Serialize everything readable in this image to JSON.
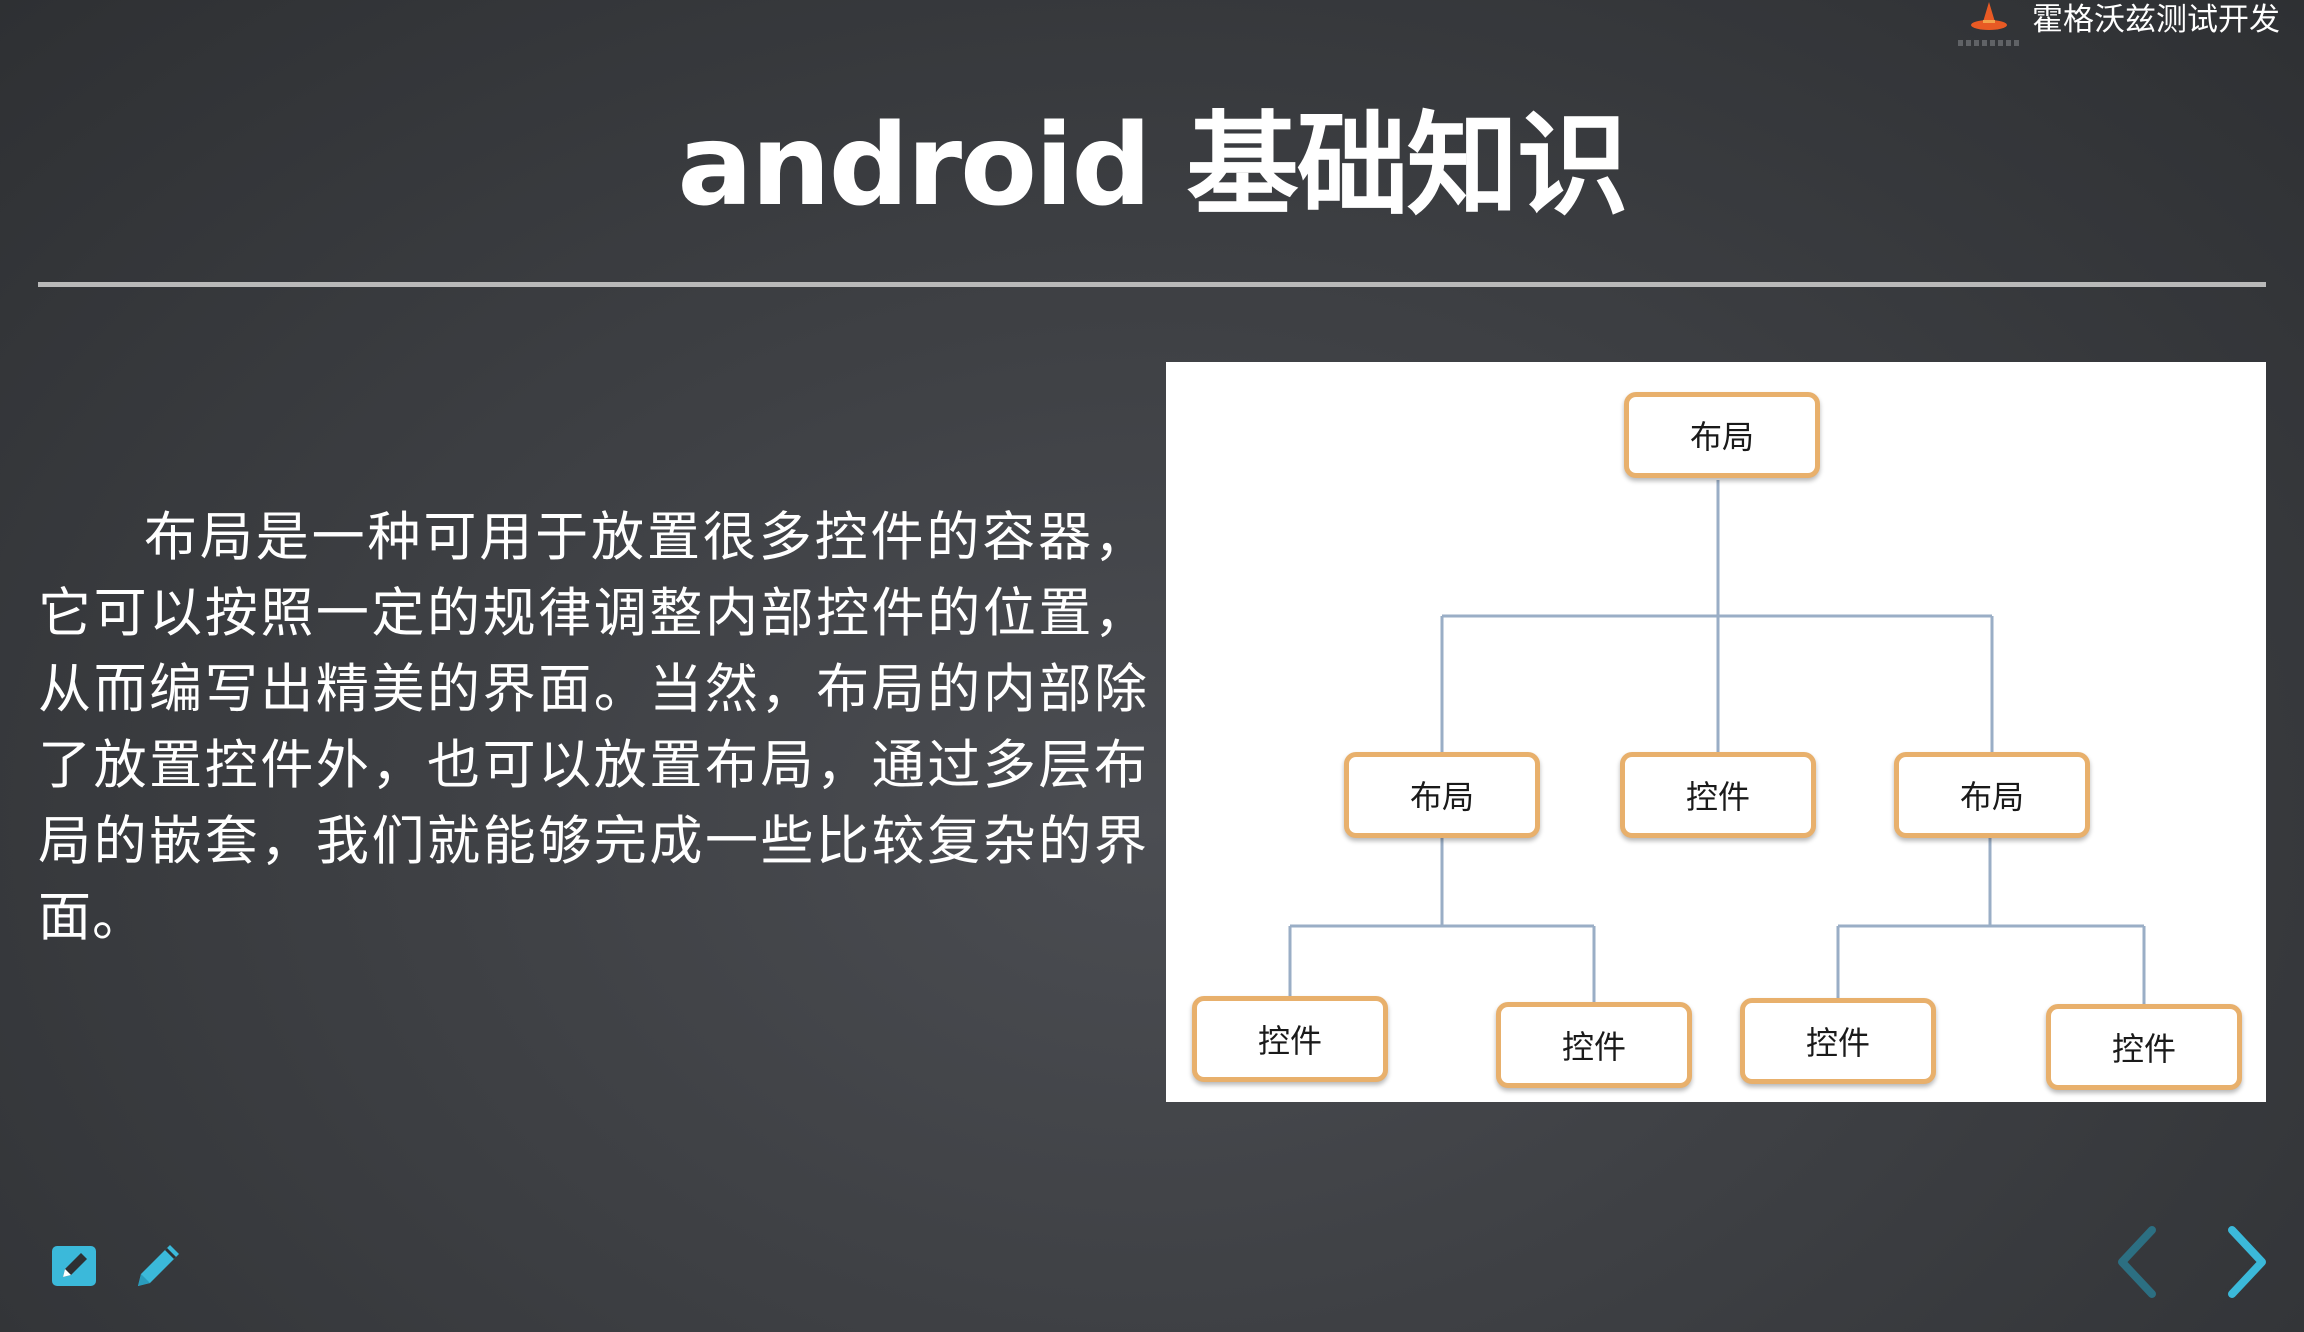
{
  "brand": {
    "name": "霍格沃兹测试开发",
    "logo_icon": "witch-hat-icon",
    "accent": "#e85a24"
  },
  "slide": {
    "title": "android 基础知识",
    "body": "布局是一种可用于放置很多控件的容器，它可以按照一定的规律调整内部控件的位置，从而编写出精美的界面。当然，布局的内部除了放置控件外，也可以放置布局，通过多层布局的嵌套，我们就能够完成一些比较复杂的界面。"
  },
  "diagram": {
    "node_border_color": "#e8b06c",
    "connector_color": "#9aaec6",
    "root": "布局",
    "level2": [
      "布局",
      "控件",
      "布局"
    ],
    "level3": [
      "控件",
      "控件",
      "控件",
      "控件"
    ]
  },
  "controls": {
    "accent": "#3bb9da",
    "left": [
      "edit-note-icon",
      "pencil-icon"
    ],
    "right": [
      "chevron-left-icon",
      "chevron-right-icon"
    ]
  }
}
